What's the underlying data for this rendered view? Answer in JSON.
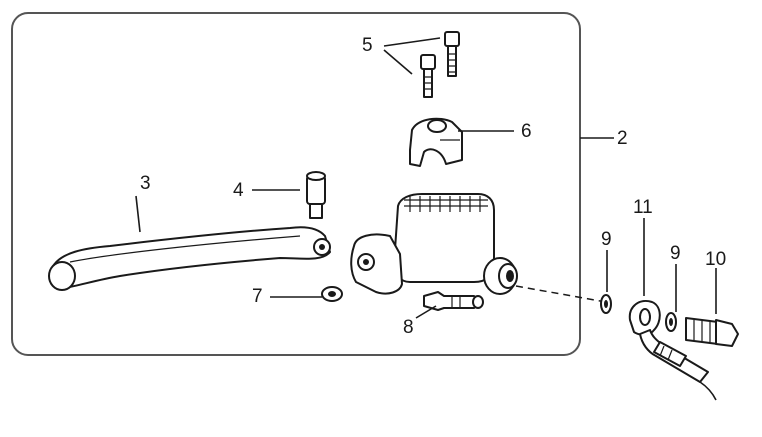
{
  "callouts": {
    "c2": "2",
    "c3": "3",
    "c4": "4",
    "c5": "5",
    "c6": "6",
    "c7": "7",
    "c8": "8",
    "c9a": "9",
    "c9b": "9",
    "c10": "10",
    "c11": "11"
  },
  "colors": {
    "line": "#1a1a1a",
    "fill": "#ffffff",
    "frame": "#555555"
  }
}
